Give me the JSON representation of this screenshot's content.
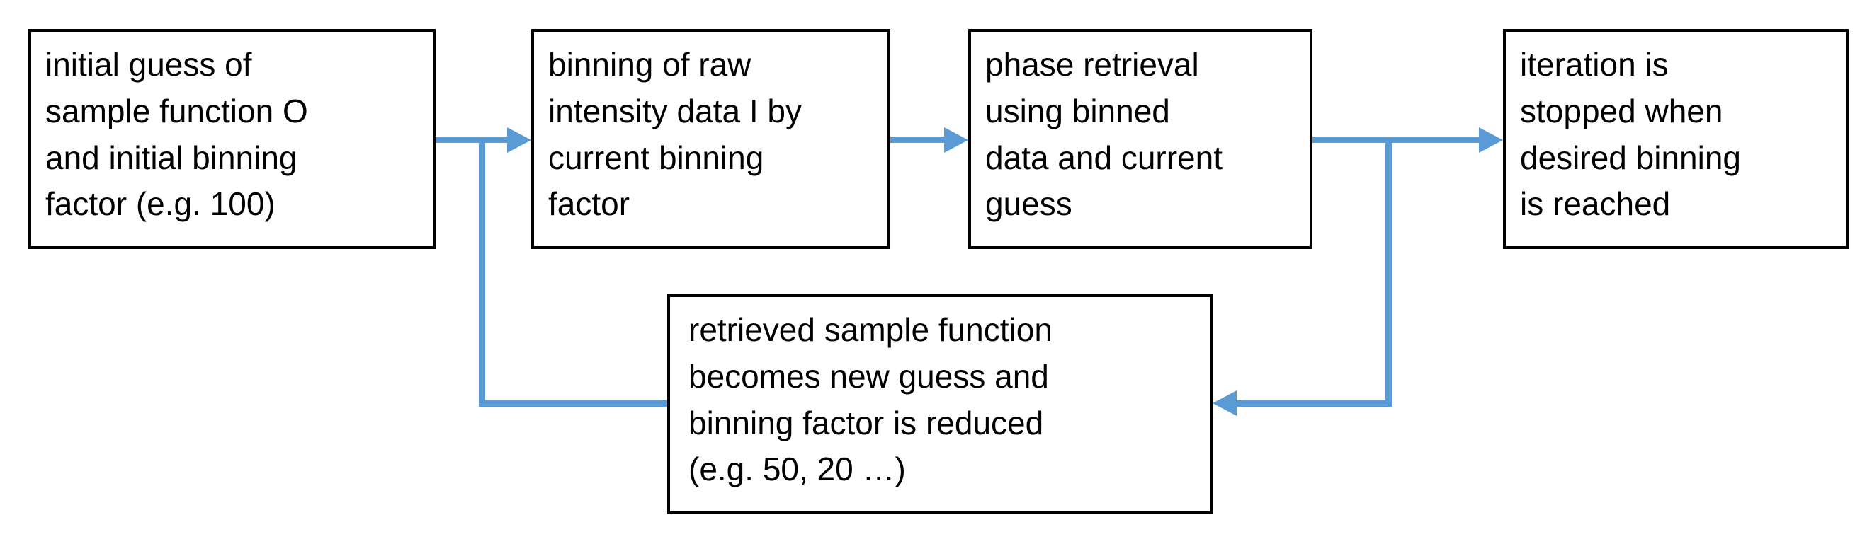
{
  "colors": {
    "connector_blue": "#5B9BD5",
    "box_border": "#000000",
    "box_fill": "#FFFFFF",
    "text": "#000000",
    "background": "#FFFFFF"
  },
  "flow": {
    "boxes": [
      {
        "name": "initial-guess",
        "text": "initial guess of\nsample function O\nand initial binning\nfactor (e.g. 100)"
      },
      {
        "name": "binning-raw-data",
        "text": "binning of raw\nintensity data I by\ncurrent binning\nfactor"
      },
      {
        "name": "phase-retrieval",
        "text": "phase retrieval\nusing binned\ndata and current\nguess"
      },
      {
        "name": "iteration-stopped",
        "text": "iteration is\nstopped when\ndesired binning\nis reached"
      },
      {
        "name": "new-guess-reduced-binning",
        "text": "retrieved sample function\nbecomes new guess and\nbinning factor is reduced\n(e.g. 50, 20 …)"
      }
    ]
  }
}
